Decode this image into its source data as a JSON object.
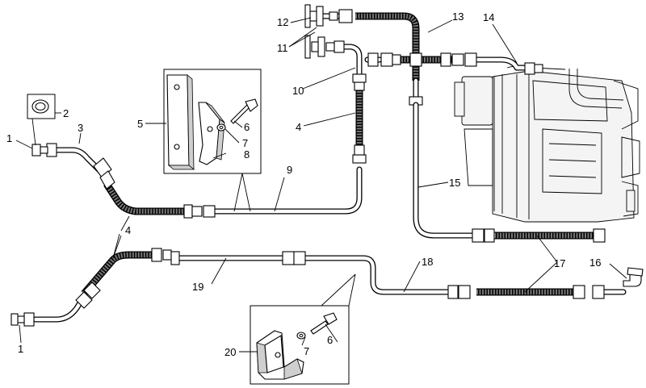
{
  "diagram": {
    "callouts": {
      "c1a": "1",
      "c1b": "1",
      "c2": "2",
      "c3": "3",
      "c4a": "4",
      "c4b": "4",
      "c5": "5",
      "c6a": "6",
      "c6b": "6",
      "c7a": "7",
      "c7b": "7",
      "c8": "8",
      "c9": "9",
      "c10": "10",
      "c11": "11",
      "c12": "12",
      "c13": "13",
      "c14": "14",
      "c15": "15",
      "c16": "16",
      "c17": "17",
      "c18": "18",
      "c19": "19",
      "c20": "20"
    }
  }
}
